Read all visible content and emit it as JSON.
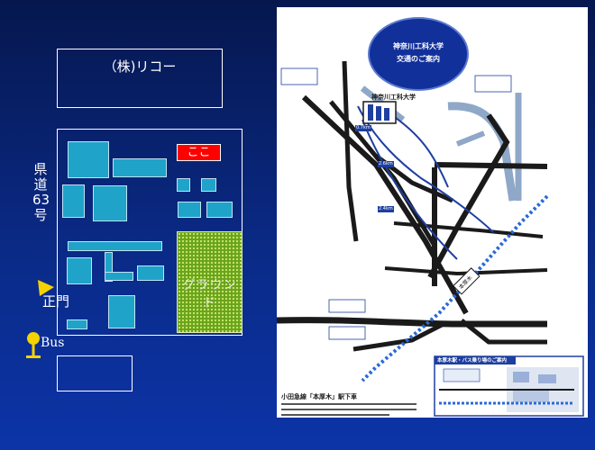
{
  "campus_map": {
    "ricoh_label": "（株)リコー",
    "here_label": "ここ",
    "ground_label": "グラウンド",
    "road_label": "県道63号",
    "main_gate_label": "正門",
    "bus_label": "Bus"
  },
  "access_map": {
    "title_line1": "神奈川工科大学",
    "title_line2": "交通のご案内",
    "campus_name": "神奈川工科大学",
    "station_label": "本厚木",
    "footer_title": "小田急線「本厚木」駅下車",
    "inset_title": "本厚木駅・バス乗り場のご案内",
    "route_badges": [
      "0.7km",
      "2.6km",
      "2.4km"
    ],
    "colors": {
      "road": "#1a1a1a",
      "route": "#1e3fa0",
      "rail": "#2a6ad8",
      "title_bg": "#12309a"
    }
  }
}
